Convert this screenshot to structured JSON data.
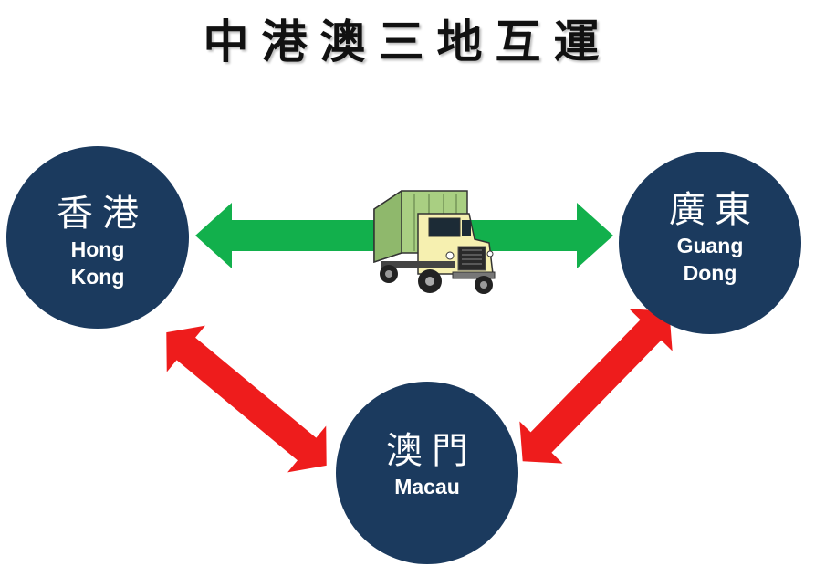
{
  "title": "中港澳三地互運",
  "nodes": {
    "hong_kong": {
      "zh": "香港",
      "en_line1": "Hong",
      "en_line2": "Kong"
    },
    "guangdong": {
      "zh": "廣東",
      "en_line1": "Guang",
      "en_line2": "Dong"
    },
    "macau": {
      "zh": "澳門",
      "en_line1": "Macau"
    }
  },
  "colors": {
    "node_fill": "#1b3a5e",
    "green_arrow": "#12b04c",
    "red_arrow": "#ee1c1c",
    "truck_cab": "#f6f0b0",
    "truck_box": "#a9cf82"
  },
  "icons": {
    "truck": "delivery-truck-icon"
  }
}
